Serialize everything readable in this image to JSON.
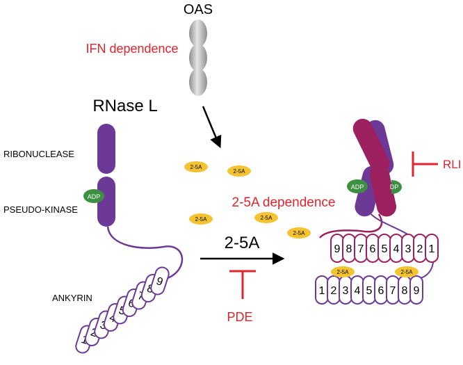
{
  "labels": {
    "oas": "OAS",
    "ifn_dependence": "IFN dependence",
    "rnase_l": "RNase L",
    "ribonuclease": "RIBONUCLEASE",
    "pseudo_kinase": "PSEUDO-KINASE",
    "ankyrin": "ANKYRIN",
    "adp": "ADP",
    "adp_partial": "DP",
    "two5a_small": "2-5A",
    "two5a_big": "2-5A",
    "two5a_dependence": "2-5A dependence",
    "pde": "PDE",
    "rli": "RLI"
  },
  "ankyrin_left": [
    "1",
    "2",
    "3",
    "4",
    "5",
    "6",
    "7",
    "8",
    "9"
  ],
  "ankyrin_dimer_top": [
    "9",
    "8",
    "7",
    "6",
    "5",
    "4",
    "3",
    "2",
    "1"
  ],
  "ankyrin_dimer_bottom": [
    "1",
    "2",
    "3",
    "4",
    "5",
    "6",
    "7",
    "8",
    "9"
  ],
  "colors": {
    "purple": "#6c3a96",
    "magenta": "#9c1f5e",
    "red": "#e0242b",
    "yellow": "#f5c330",
    "green": "#3d8f41",
    "grey": "#a6a6a6"
  }
}
